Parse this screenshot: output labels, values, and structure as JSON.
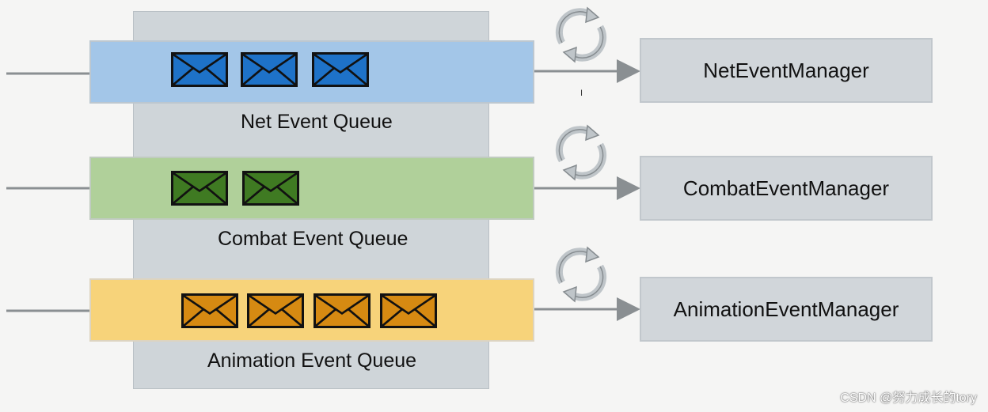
{
  "queues": {
    "net": {
      "label": "Net Event Queue",
      "color": "#a3c6e8",
      "envelope_color": "#1e72c8",
      "envelopes": 3
    },
    "combat": {
      "label": "Combat Event Queue",
      "color": "#b0d09a",
      "envelope_color": "#3f7a22",
      "envelopes": 2
    },
    "animation": {
      "label": "Animation Event Queue",
      "color": "#f7d37a",
      "envelope_color": "#d68a12",
      "envelopes": 4
    }
  },
  "managers": {
    "net": "NetEventManager",
    "combat": "CombatEventManager",
    "animation": "AnimationEventManager"
  },
  "watermark": "CSDN @努力成长的tory",
  "icons": {
    "loop": "refresh-cycle-icon",
    "envelope": "mail-envelope-icon"
  }
}
